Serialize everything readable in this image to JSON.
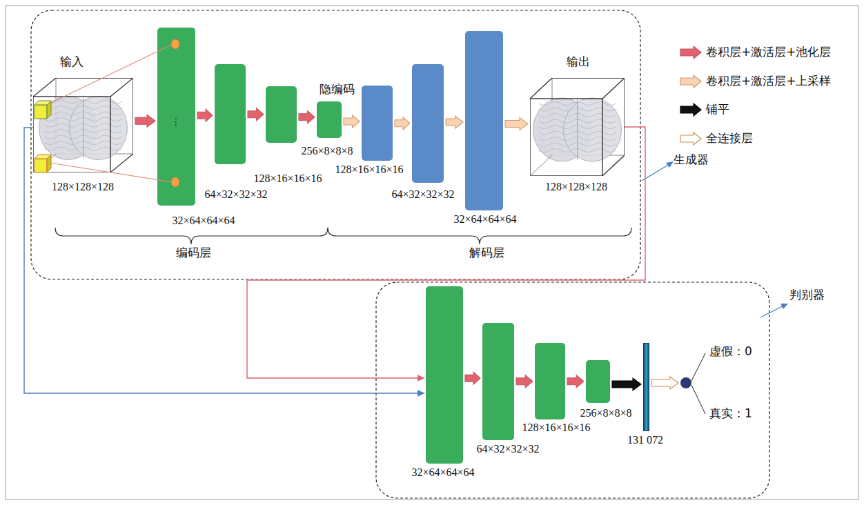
{
  "diagram": {
    "nodes": [
      {
        "text": [
          "输入",
          "128×128×128"
        ]
      },
      {
        "text": [
          "32×64×64×64"
        ]
      },
      {
        "text": [
          "64×32×32×32"
        ]
      },
      {
        "text": [
          "128×16×16×16"
        ]
      },
      {
        "text": [
          "隐编码",
          "256×8×8×8"
        ]
      },
      {
        "text": [
          "128×16×16×16"
        ]
      },
      {
        "text": [
          "64×32×32×32"
        ]
      },
      {
        "text": [
          "32×64×64×64"
        ]
      },
      {
        "text": [
          "输出",
          "128×128×128"
        ]
      },
      {
        "text": [
          "32×64×64×64"
        ]
      },
      {
        "text": [
          "64×32×32×32"
        ]
      },
      {
        "text": [
          "128×16×16×16"
        ]
      },
      {
        "text": [
          "256×8×8×8"
        ]
      },
      {
        "text": [
          "131 072"
        ]
      },
      {
        "text": [
          "虚假：0",
          "真实：1"
        ]
      }
    ],
    "edges": [
      {
        "from": 0,
        "to": 1,
        "arrow": "to"
      },
      {
        "from": 1,
        "to": 2,
        "arrow": "to"
      },
      {
        "from": 2,
        "to": 3,
        "arrow": "to"
      },
      {
        "from": 3,
        "to": 4,
        "arrow": "to"
      },
      {
        "from": 4,
        "to": 5,
        "arrow": "to"
      },
      {
        "from": 5,
        "to": 6,
        "arrow": "to"
      },
      {
        "from": 6,
        "to": 7,
        "arrow": "to"
      },
      {
        "from": 7,
        "to": 8,
        "arrow": "to"
      },
      {
        "from": 8,
        "to": 9,
        "arrow": "to"
      },
      {
        "from": 0,
        "to": 9,
        "arrow": "to"
      },
      {
        "from": 9,
        "to": 10,
        "arrow": "to"
      },
      {
        "from": 10,
        "to": 11,
        "arrow": "to"
      },
      {
        "from": 11,
        "to": 12,
        "arrow": "to"
      },
      {
        "from": 12,
        "to": 13,
        "arrow": "to"
      },
      {
        "from": 13,
        "to": 14,
        "arrow": "to"
      }
    ],
    "labels": [
      "⋮",
      "编码层",
      "解码层",
      "生成器",
      "判别器"
    ],
    "legend": [
      {
        "text": "卷积层+激活层+池化层",
        "color": "#e0636e"
      },
      {
        "text": "卷积层+激活层+上采样",
        "color": "#f8d3b4"
      },
      {
        "text": "铺平",
        "color": "#111111"
      },
      {
        "text": "全连接层"
      }
    ]
  }
}
